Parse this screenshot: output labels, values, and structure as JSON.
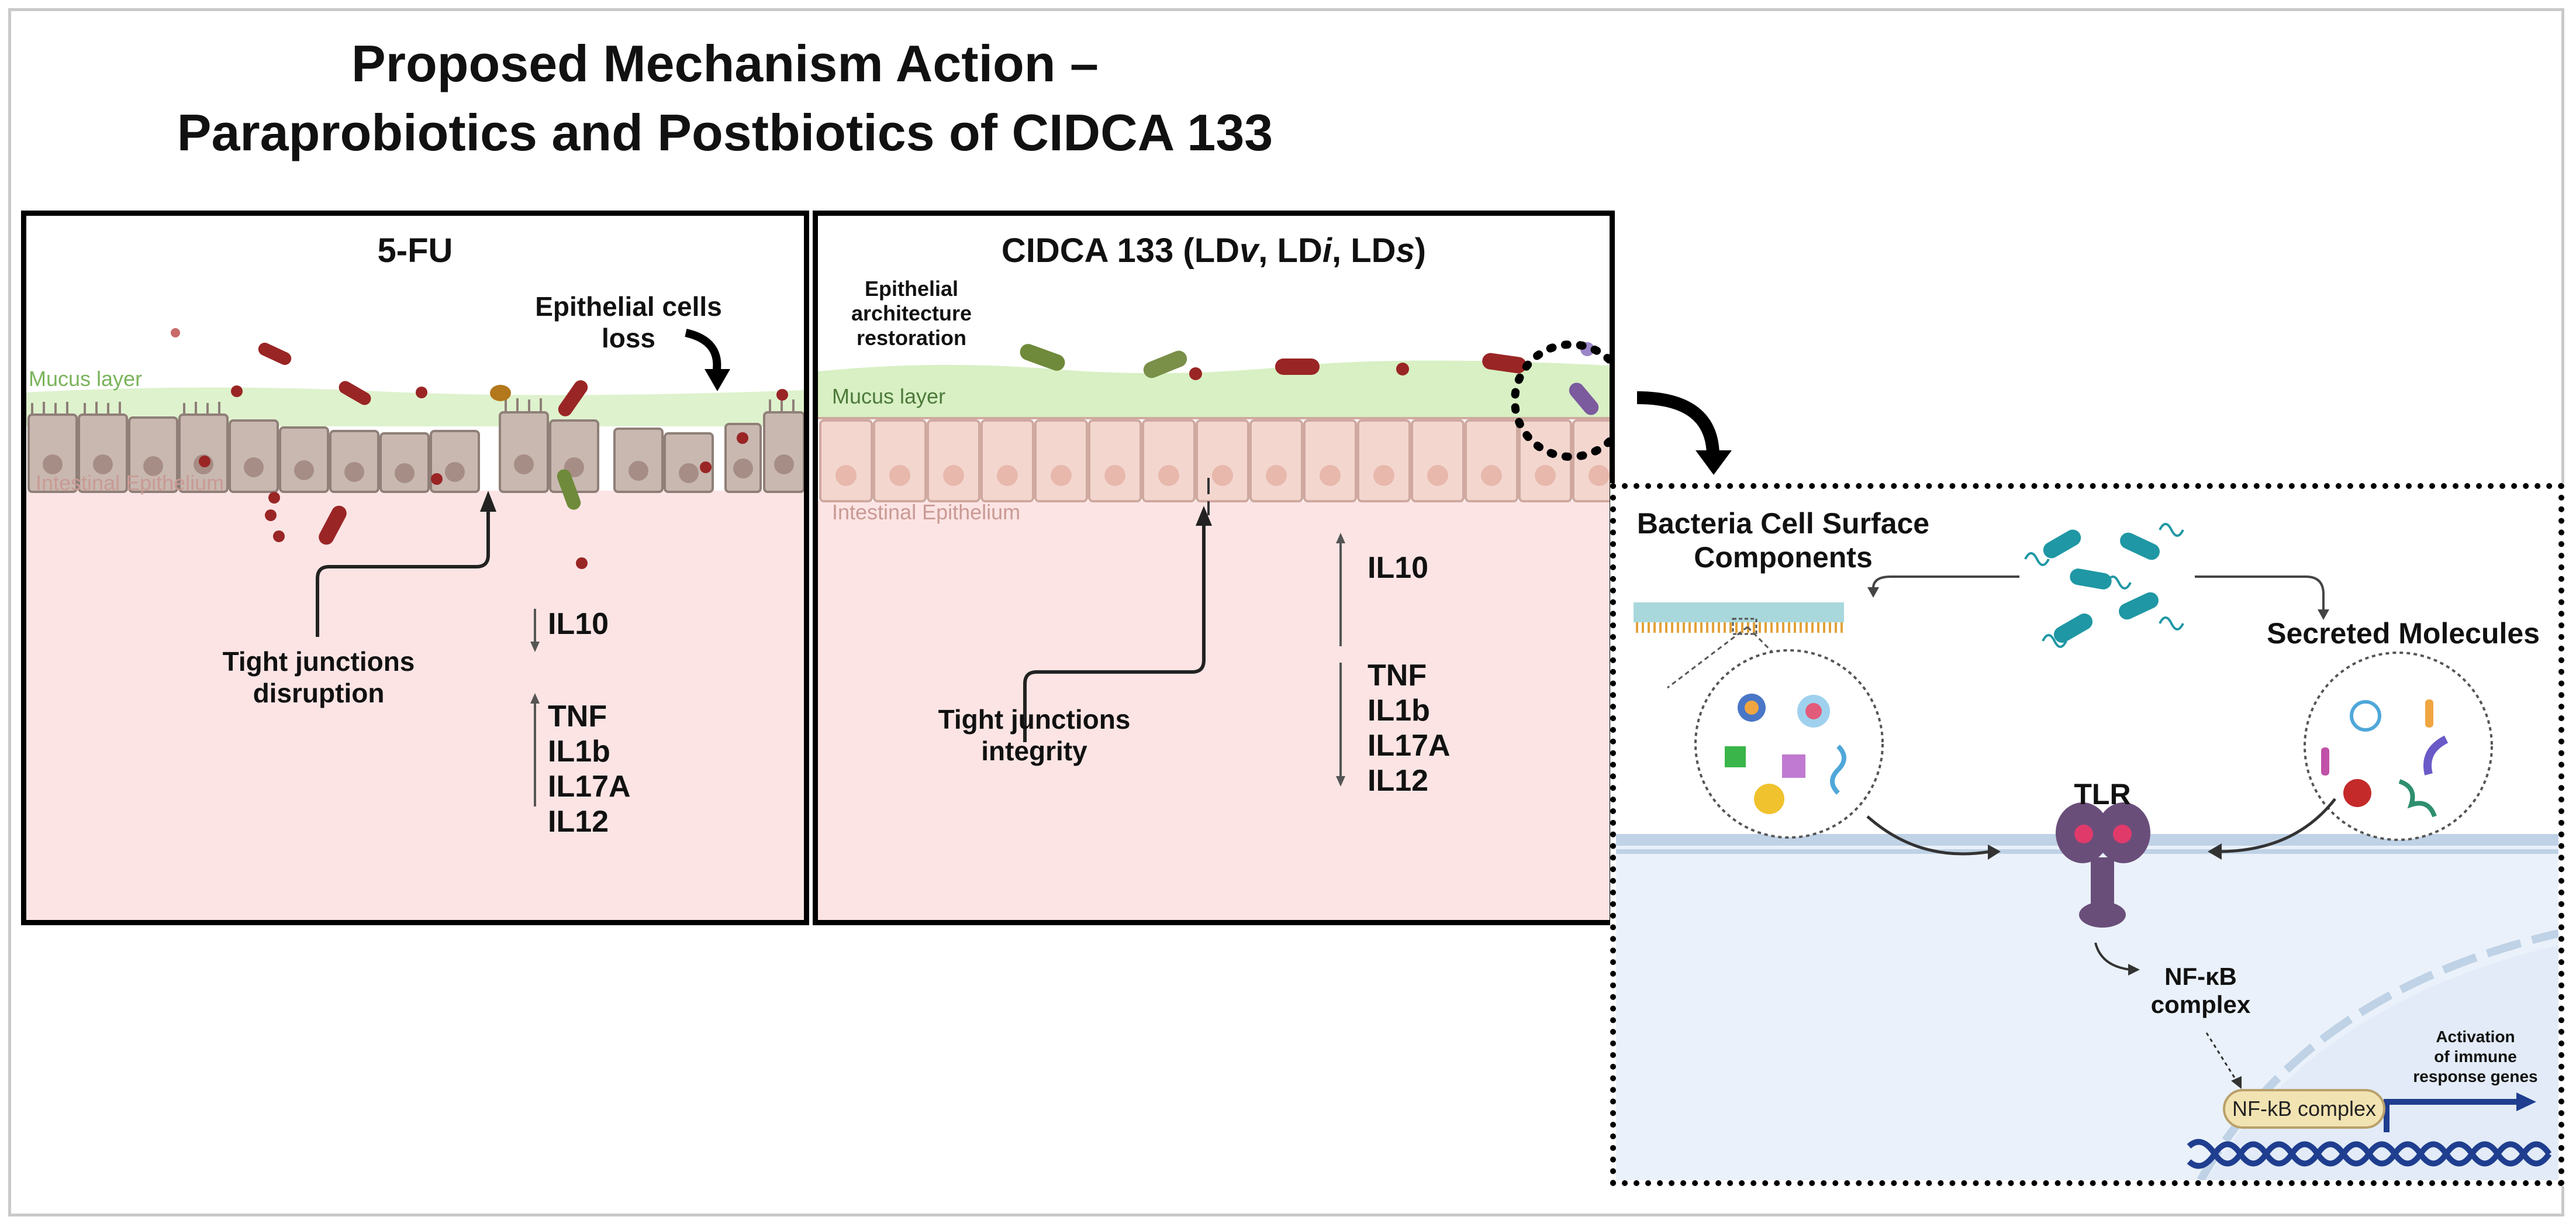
{
  "title": {
    "line1": "Proposed Mechanism Action –",
    "line2": "Paraprobiotics and Postbiotics of CIDCA 133"
  },
  "panel_5fu": {
    "heading": "5-FU",
    "mucus_label": "Mucus layer",
    "epithelium_label": "Intestinal Epithelium",
    "cells_loss_line1": "Epithelial cells",
    "cells_loss_line2": "loss",
    "tj_line1": "Tight junctions",
    "tj_line2": "disruption",
    "down_cytokines": [
      "IL10"
    ],
    "up_cytokines": [
      "TNF",
      "IL1b",
      "IL17A",
      "IL12"
    ]
  },
  "panel_cidca": {
    "heading_pre": "CIDCA 133 (LD",
    "heading_v": "v",
    "heading_sep1": ", LD",
    "heading_i": "i",
    "heading_sep2": ", LD",
    "heading_s": "s",
    "heading_post": ")",
    "restoration_line1": "Epithelial",
    "restoration_line2": "architecture",
    "restoration_line3": "restoration",
    "mucus_label": "Mucus layer",
    "epithelium_label": "Intestinal Epithelium",
    "tj_line1": "Tight junctions",
    "tj_line2": "integrity",
    "up_cytokines": [
      "IL10"
    ],
    "down_cytokines": [
      "TNF",
      "IL1b",
      "IL17A",
      "IL12"
    ]
  },
  "mechanism": {
    "surface_line1": "Bacteria Cell Surface",
    "surface_line2": "Components",
    "secreted": "Secreted Molecules",
    "tlr": "TLR",
    "nfkb_line1": "NF-κB",
    "nfkb_line2": "complex",
    "nfkb_chip": "NF-kB complex",
    "activation_line1": "Activation",
    "activation_line2": "of immune",
    "activation_line3": "response genes"
  },
  "colors": {
    "mucus": "#d8f0c4",
    "epithelium_bg": "#fce4e4",
    "cell_damaged": "#c8b8b0",
    "cell_healthy": "#f3d7cf",
    "bacteria_red": "#9a2525",
    "bacteria_olive": "#6f8a3a",
    "bacteria_teal": "#1f97a4",
    "dna": "#1f3e8f"
  }
}
